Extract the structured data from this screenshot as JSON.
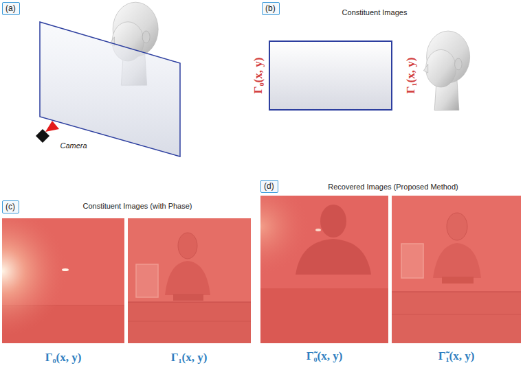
{
  "diagram": {
    "nodes": [
      {
        "text": [
          "(a)"
        ]
      },
      {
        "text": [
          "(b)"
        ]
      },
      {
        "text": [
          "(c)"
        ]
      },
      {
        "text": [
          "(d)"
        ]
      }
    ],
    "labels": [
      "Camera",
      "Constituent Images",
      "Γ₀(x, y)",
      "Γ₁(x, y)",
      "Constituent Images (with Phase)",
      "Γ₀(x, y)",
      "Γ₁(x, y)",
      "Recovered Images (Proposed Method)",
      "Γ̃₀(x, y)",
      "Γ̃₁(x, y)"
    ]
  }
}
